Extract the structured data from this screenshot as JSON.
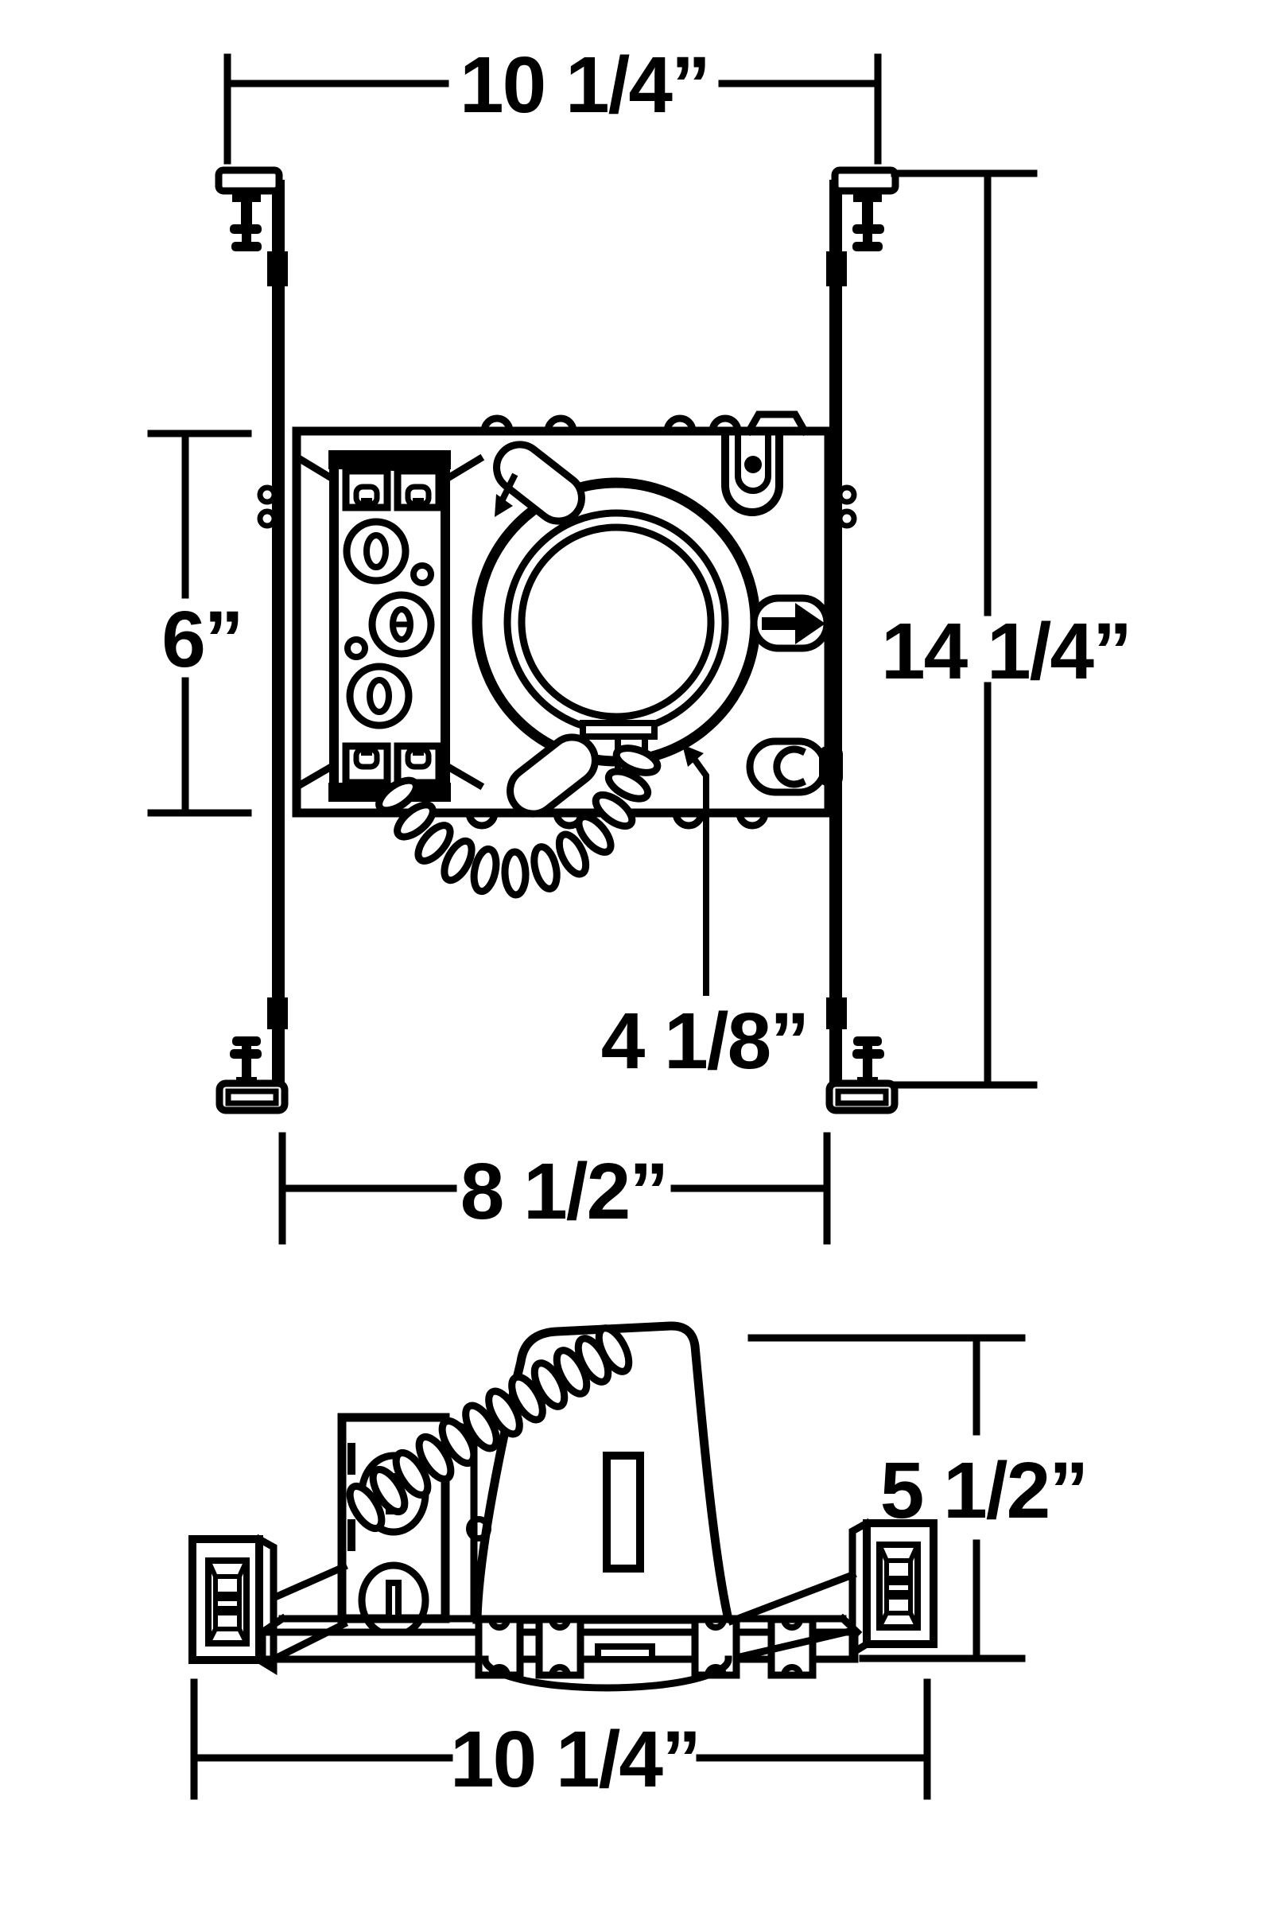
{
  "page": {
    "background": "#ffffff",
    "ink": "#000000"
  },
  "labels": {
    "top_width": "10 1/4”",
    "plate_side": "6”",
    "overall_height": "14 1/4”",
    "aperture": "4 1/8”",
    "plate_width": "8 1/2”",
    "housing_height": "5 1/2”",
    "bottom_width": "10 1/4”"
  }
}
